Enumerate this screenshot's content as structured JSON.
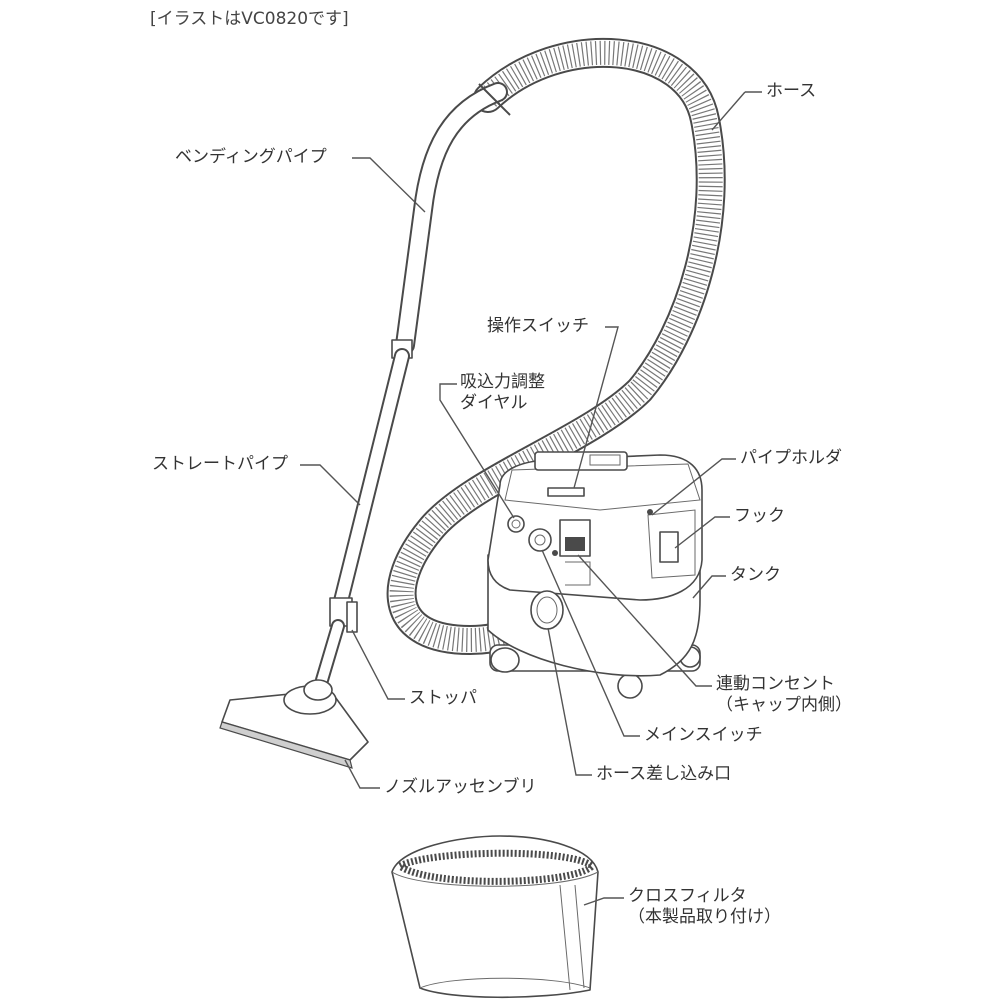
{
  "caption": "[イラストはVC0820です]",
  "parts": {
    "hose": "ホース",
    "bending_pipe": "ベンディングパイプ",
    "operation_switch": "操作スイッチ",
    "suction_dial_line1": "吸込力調整",
    "suction_dial_line2": "ダイヤル",
    "straight_pipe": "ストレートパイプ",
    "pipe_holder": "パイプホルダ",
    "hook": "フック",
    "tank": "タンク",
    "outlet_line1": "連動コンセント",
    "outlet_line2": "（キャップ内側）",
    "stopper": "ストッパ",
    "main_switch": "メインスイッチ",
    "hose_inlet": "ホース差し込み口",
    "nozzle_assembly": "ノズルアッセンブリ",
    "cloth_filter_line1": "クロスフィルタ",
    "cloth_filter_line2": "（本製品取り付け）"
  }
}
